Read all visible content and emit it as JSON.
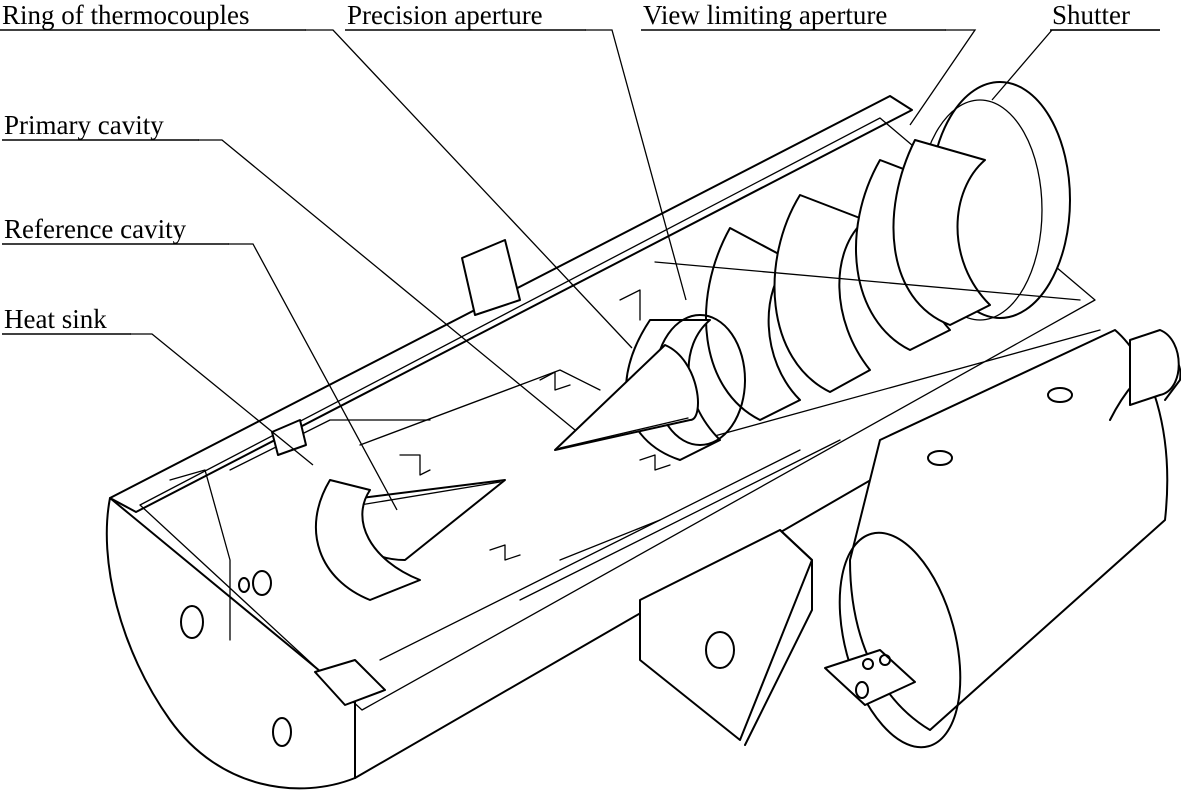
{
  "labels": {
    "ring_of_thermocouples": "Ring of thermocouples",
    "precision_aperture": "Precision aperture",
    "view_limiting_aperture": "View limiting aperture",
    "shutter": "Shutter",
    "primary_cavity": "Primary cavity",
    "reference_cavity": "Reference cavity",
    "heat_sink": "Heat sink"
  }
}
